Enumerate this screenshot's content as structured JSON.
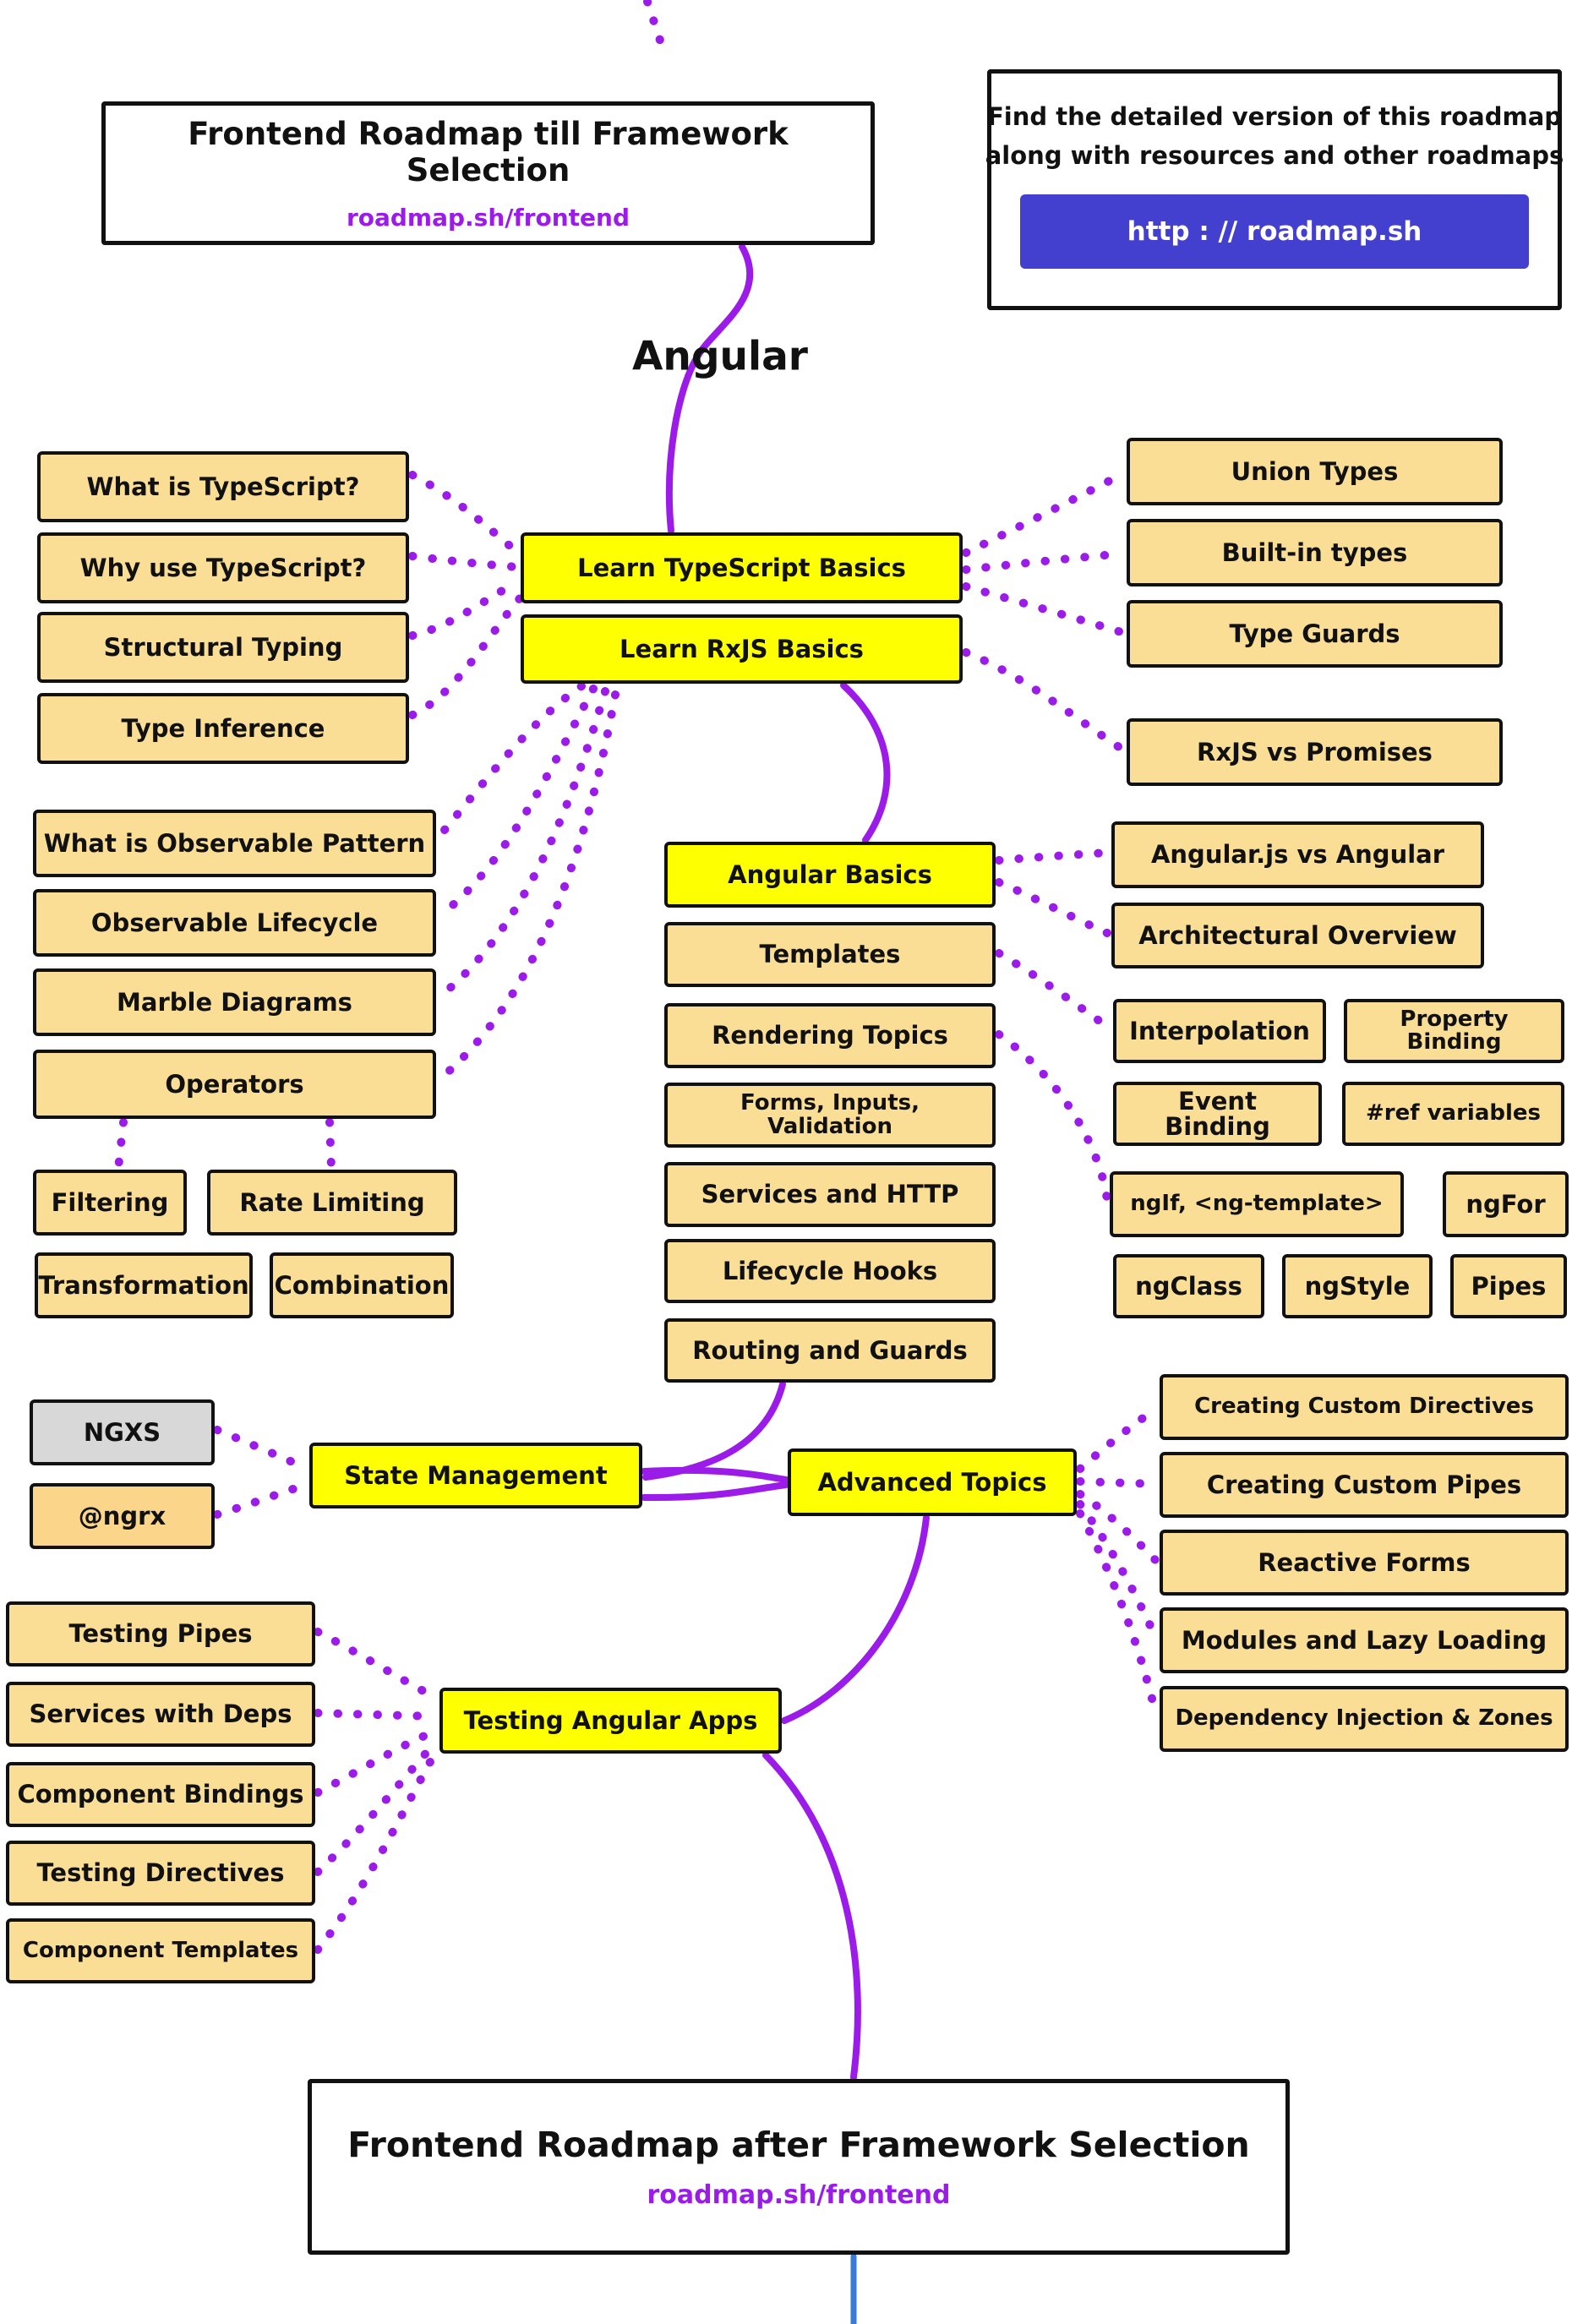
{
  "top_left_box": {
    "title": "Frontend Roadmap till Framework Selection",
    "link": "roadmap.sh/frontend"
  },
  "top_right_box": {
    "line1": "Find the detailed version of this roadmap",
    "line2": "along with resources and other roadmaps",
    "button_label": "http : // roadmap.sh"
  },
  "page_title": "Angular",
  "groups": {
    "ts_prereqs": [
      "What is TypeScript?",
      "Why use TypeScript?",
      "Structural Typing",
      "Type Inference"
    ],
    "core": [
      "Learn TypeScript Basics",
      "Learn RxJS Basics"
    ],
    "ts_topics": [
      "Union Types",
      "Built-in types",
      "Type Guards",
      "RxJS vs Promises"
    ],
    "rxjs_concepts": [
      "What is Observable Pattern",
      "Observable Lifecycle",
      "Marble Diagrams",
      "Operators"
    ],
    "operator_types": [
      "Filtering",
      "Rate Limiting",
      "Transformation",
      "Combination"
    ],
    "angular_stack": [
      "Angular Basics",
      "Templates",
      "Rendering Topics",
      "Forms, Inputs, Validation",
      "Services and HTTP",
      "Lifecycle Hooks",
      "Routing and Guards"
    ],
    "overview": [
      "Angular.js vs Angular",
      "Architectural Overview"
    ],
    "template_topics": [
      "Interpolation",
      "Property Binding",
      "Event Binding",
      "#ref variables",
      "ngIf, <ng-template>",
      "ngFor",
      "ngClass",
      "ngStyle",
      "Pipes"
    ],
    "state_libs": [
      "NGXS",
      "@ngrx"
    ],
    "state_management": "State Management",
    "advanced_topics": "Advanced Topics",
    "advanced_list": [
      "Creating Custom Directives",
      "Creating Custom Pipes",
      "Reactive Forms",
      "Modules and Lazy Loading",
      "Dependency Injection & Zones"
    ],
    "testing_list": [
      "Testing Pipes",
      "Services with Deps",
      "Component Bindings",
      "Testing Directives",
      "Component Templates"
    ],
    "testing_apps": "Testing Angular Apps"
  },
  "bottom_box": {
    "title": "Frontend Roadmap after Framework Selection",
    "link": "roadmap.sh/frontend"
  },
  "colors": {
    "node_tan": "#FADE96",
    "node_yellow": "#FEFF00",
    "node_gray": "#D8D8D8",
    "node_orange": "#FAD58A",
    "connector_purple": "#9B1BE8",
    "link_purple": "#9B1BE8",
    "button_blue": "#4340CF",
    "line_blue": "#3A7BD9"
  }
}
